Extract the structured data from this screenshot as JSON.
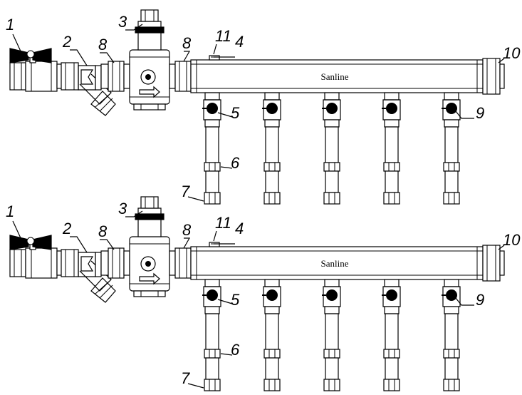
{
  "brand_text": "Sanline",
  "assemblies": [
    {
      "id": "top",
      "callouts": {
        "c1": "1",
        "c2": "2",
        "c3": "3",
        "c4": "4",
        "c5": "5",
        "c6": "6",
        "c7": "7",
        "c8a": "8",
        "c8b": "8",
        "c9": "9",
        "c10": "10",
        "c11": "11"
      }
    },
    {
      "id": "bottom",
      "callouts": {
        "c1": "1",
        "c2": "2",
        "c3": "3",
        "c4": "4",
        "c5": "5",
        "c6": "6",
        "c7": "7",
        "c8a": "8",
        "c8b": "8",
        "c9": "9",
        "c10": "10",
        "c11": "11"
      }
    }
  ],
  "outlet_count": 5,
  "colors": {
    "line": "#000000",
    "background": "#ffffff"
  }
}
